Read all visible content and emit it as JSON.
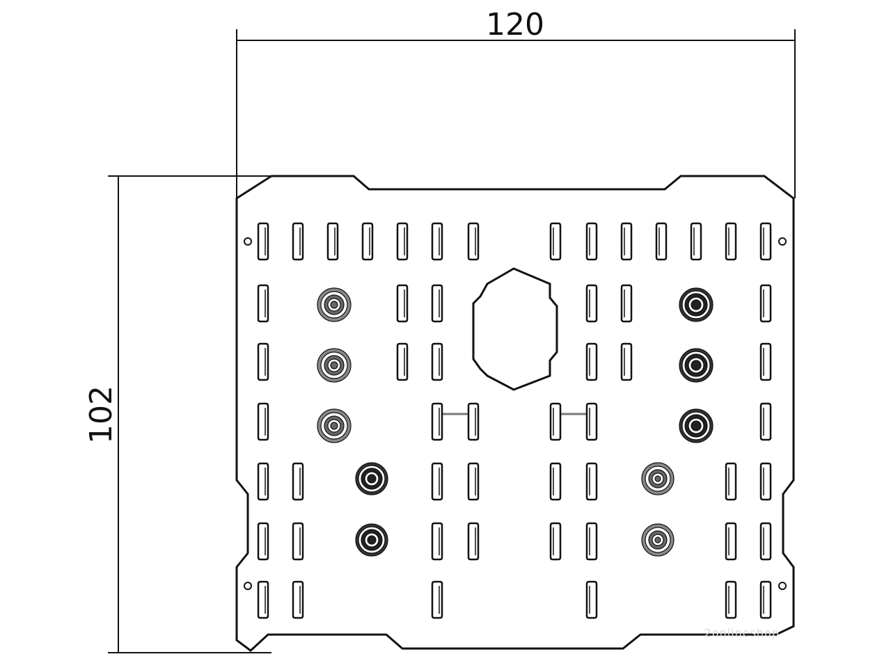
{
  "dimensions": {
    "width_label": "120",
    "height_label": "102"
  },
  "watermark": "2onlineshop"
}
